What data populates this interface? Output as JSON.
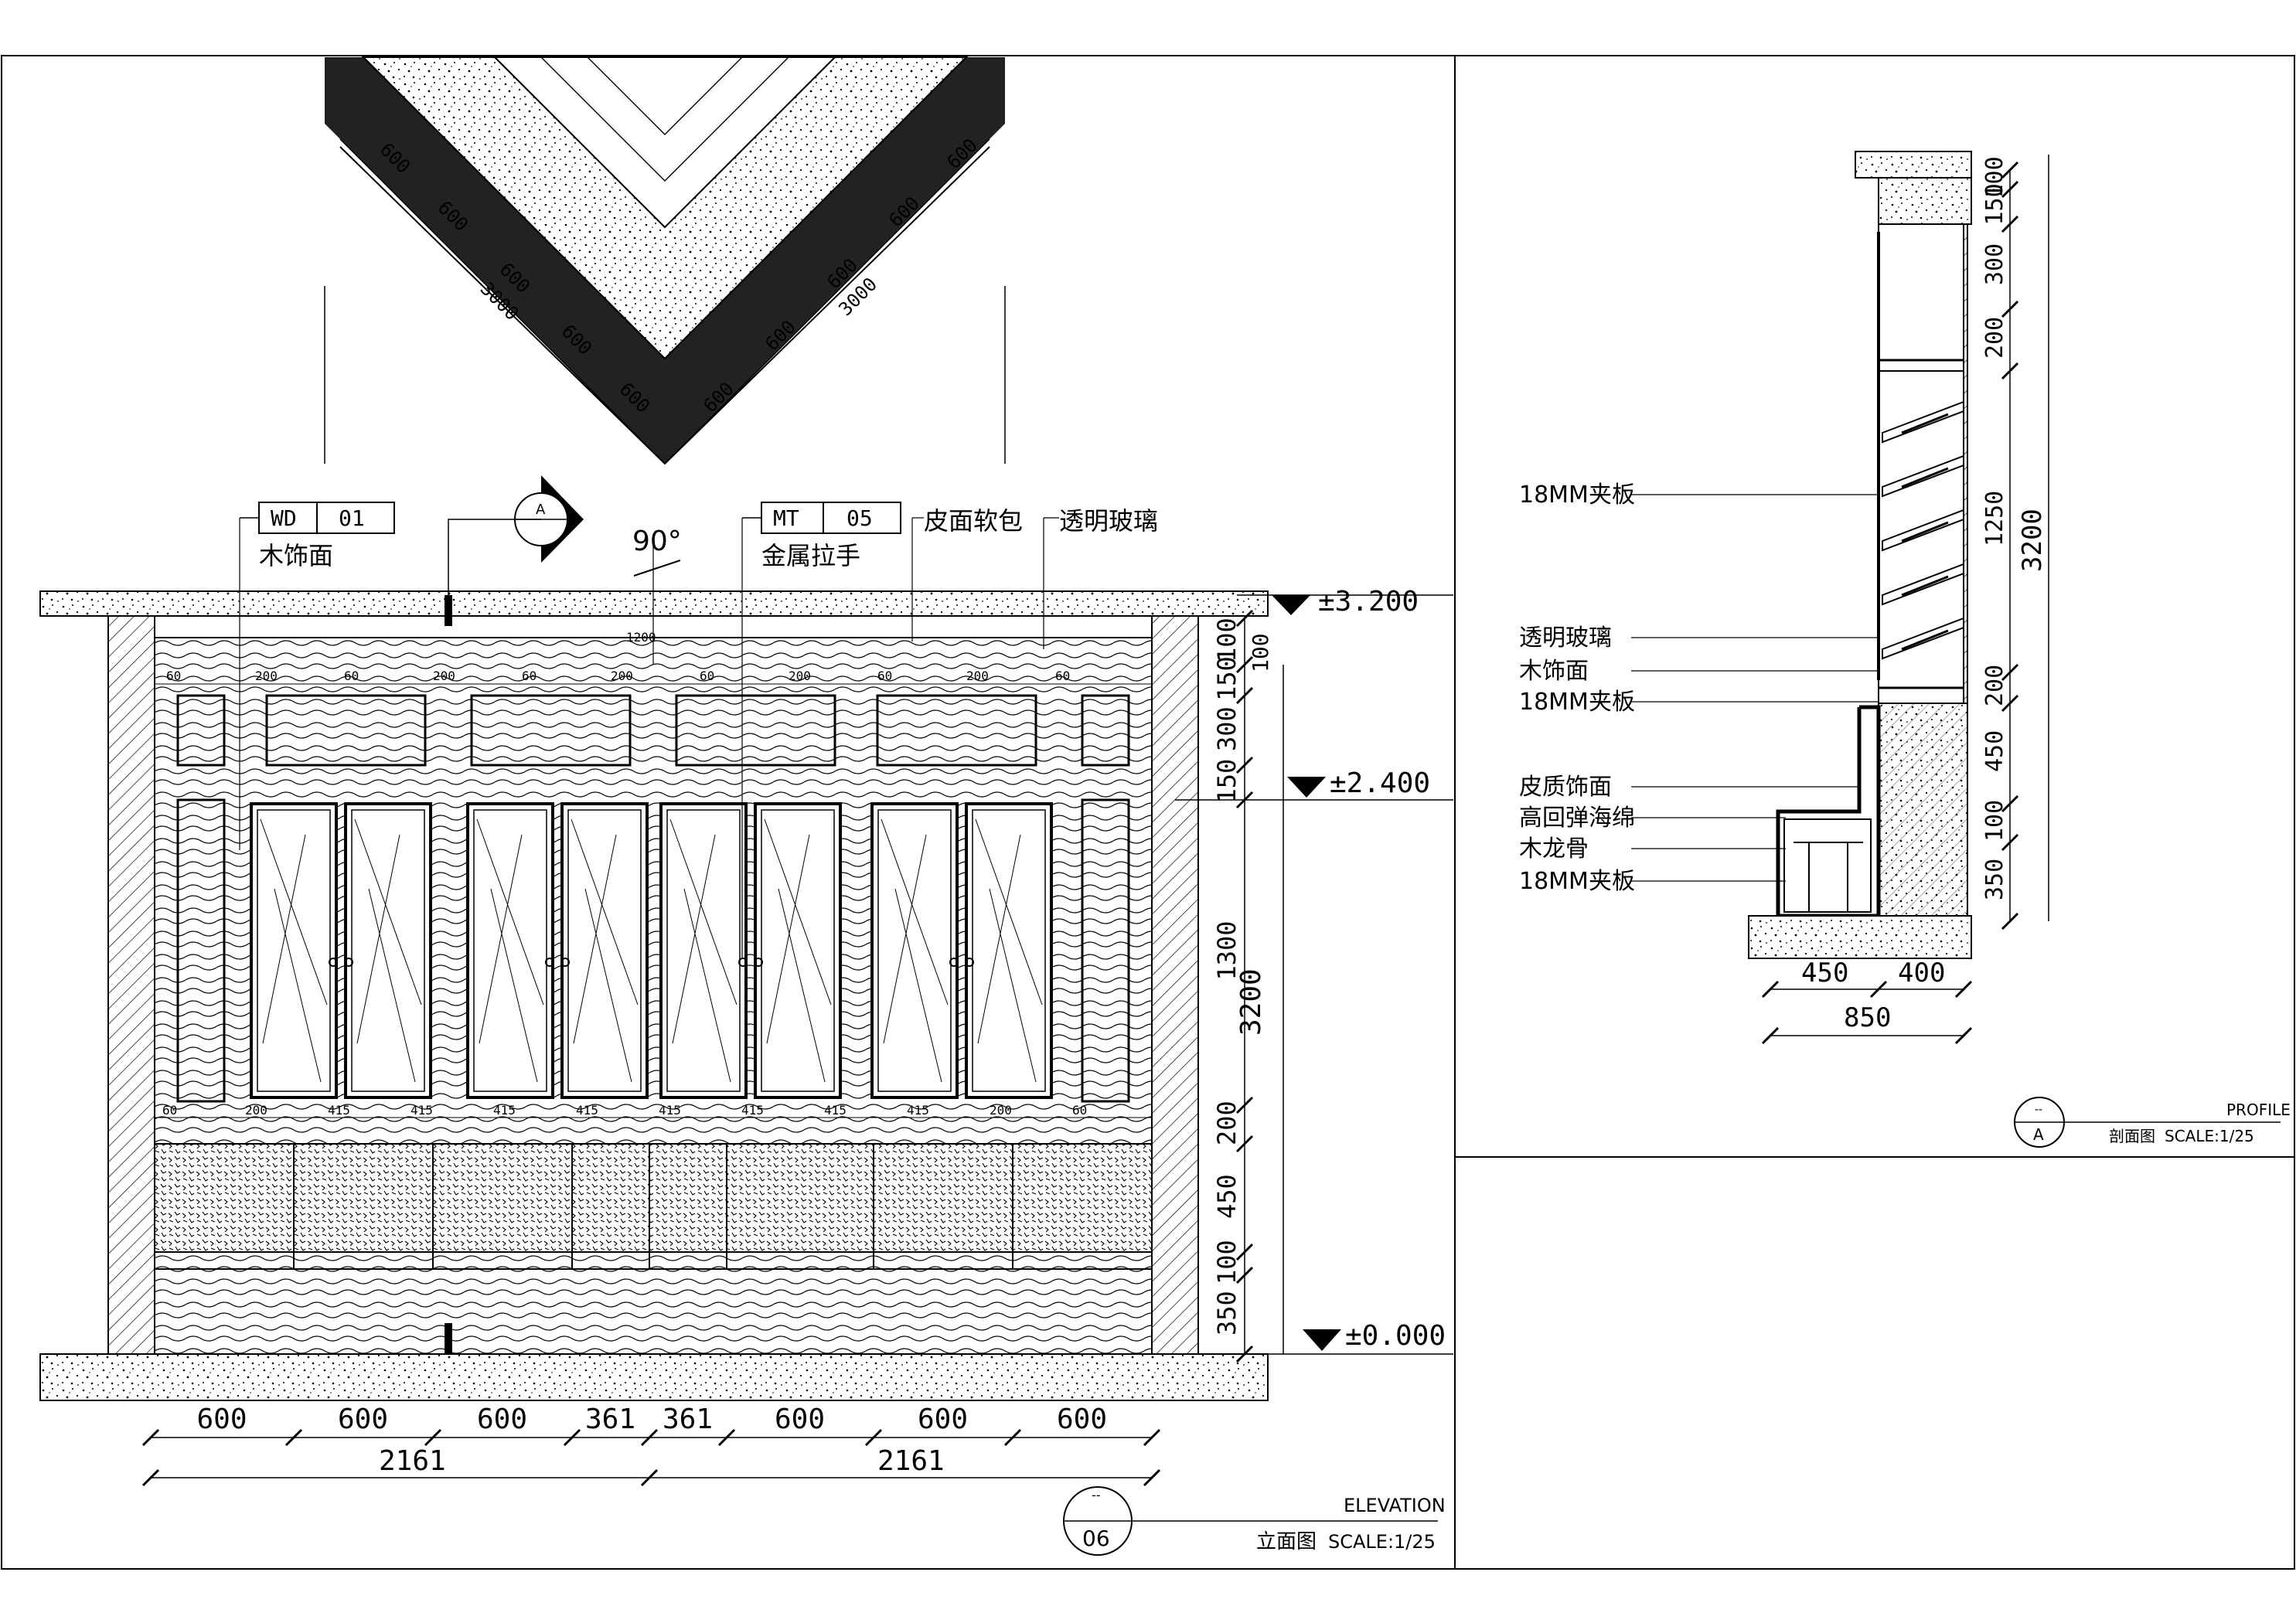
{
  "tags": {
    "wd": {
      "code": "WD",
      "num": "01",
      "desc": "木饰面"
    },
    "mt": {
      "code": "MT",
      "num": "05",
      "desc": "金属拉手"
    },
    "leather": "皮面软包",
    "glass": "透明玻璃",
    "section_mark": "A",
    "angle": "90°",
    "small_dim": "1200"
  },
  "levels": {
    "top": "±3.200",
    "mid": "±2.400",
    "bottom": "±0.000"
  },
  "plan_dims": {
    "left": [
      "600",
      "600",
      "600",
      "600",
      "600"
    ],
    "right": [
      "600",
      "600",
      "600",
      "600",
      "600"
    ],
    "left_total": "3000",
    "right_total": "3000"
  },
  "elev_top_dims": [
    "60",
    "200",
    "60",
    "200",
    "60",
    "200",
    "60",
    "200",
    "60",
    "200",
    "60"
  ],
  "elev_mid_dims": [
    "60",
    "200",
    "415",
    "415",
    "415",
    "415",
    "415",
    "415",
    "415",
    "415",
    "200",
    "60"
  ],
  "elev_right_dims": [
    "100",
    "150",
    "300",
    "150",
    "1300",
    "200",
    "450",
    "100",
    "350"
  ],
  "elev_right_small": "100",
  "elev_total_h": "3200",
  "elev_bottom_dims": [
    "600",
    "600",
    "600",
    "361",
    "361",
    "600",
    "600",
    "600"
  ],
  "elev_bottom_totals": [
    "2161",
    "2161"
  ],
  "elev_title": {
    "en": "ELEVATION",
    "cn": "立面图",
    "scale": "SCALE:1/25",
    "num": "06",
    "top": "--"
  },
  "profile_labels": [
    "18MM夹板",
    "透明玻璃",
    "木饰面",
    "18MM夹板",
    "皮质饰面",
    "高回弹海绵",
    "木龙骨",
    "18MM夹板"
  ],
  "profile_right_dims": [
    "100",
    "150",
    "300",
    "200",
    "1250",
    "200",
    "450",
    "100",
    "350"
  ],
  "profile_total_h": "3200",
  "profile_bottom_dims": [
    "450",
    "400"
  ],
  "profile_bottom_total": "850",
  "profile_title": {
    "en": "PROFILE",
    "cn": "剖面图",
    "scale": "SCALE:1/25",
    "mark": "A",
    "top": "--"
  }
}
